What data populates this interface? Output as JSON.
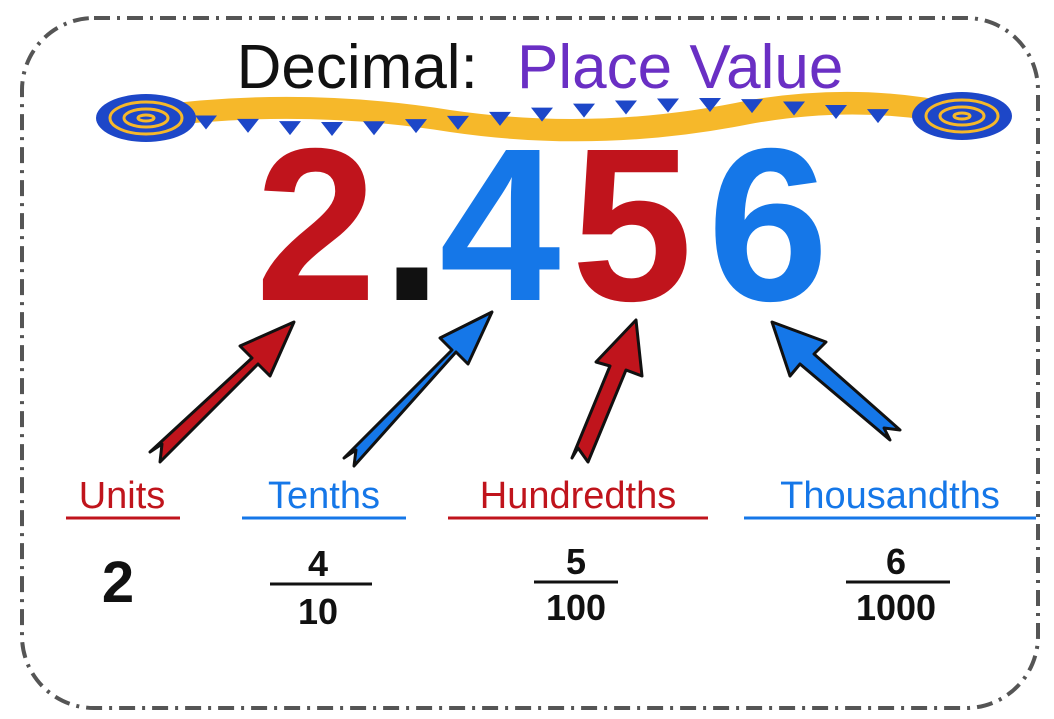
{
  "title": {
    "part1": "Decimal:",
    "part2": "Place Value"
  },
  "number": {
    "digits": [
      "2",
      ".",
      "4",
      "5",
      "6"
    ]
  },
  "places": [
    {
      "label": "Units",
      "value": "2"
    },
    {
      "label": "Tenths",
      "numerator": "4",
      "denominator": "10"
    },
    {
      "label": "Hundredths",
      "numerator": "5",
      "denominator": "100"
    },
    {
      "label": "Thousandths",
      "numerator": "6",
      "denominator": "1000"
    }
  ],
  "colors": {
    "red": "#c0141c",
    "blue": "#1577e8",
    "purple": "#6a2fc4",
    "black": "#111111",
    "ribbon_yellow": "#f6b82a",
    "ribbon_blue": "#1d47c8",
    "frame_gray": "#555555"
  }
}
